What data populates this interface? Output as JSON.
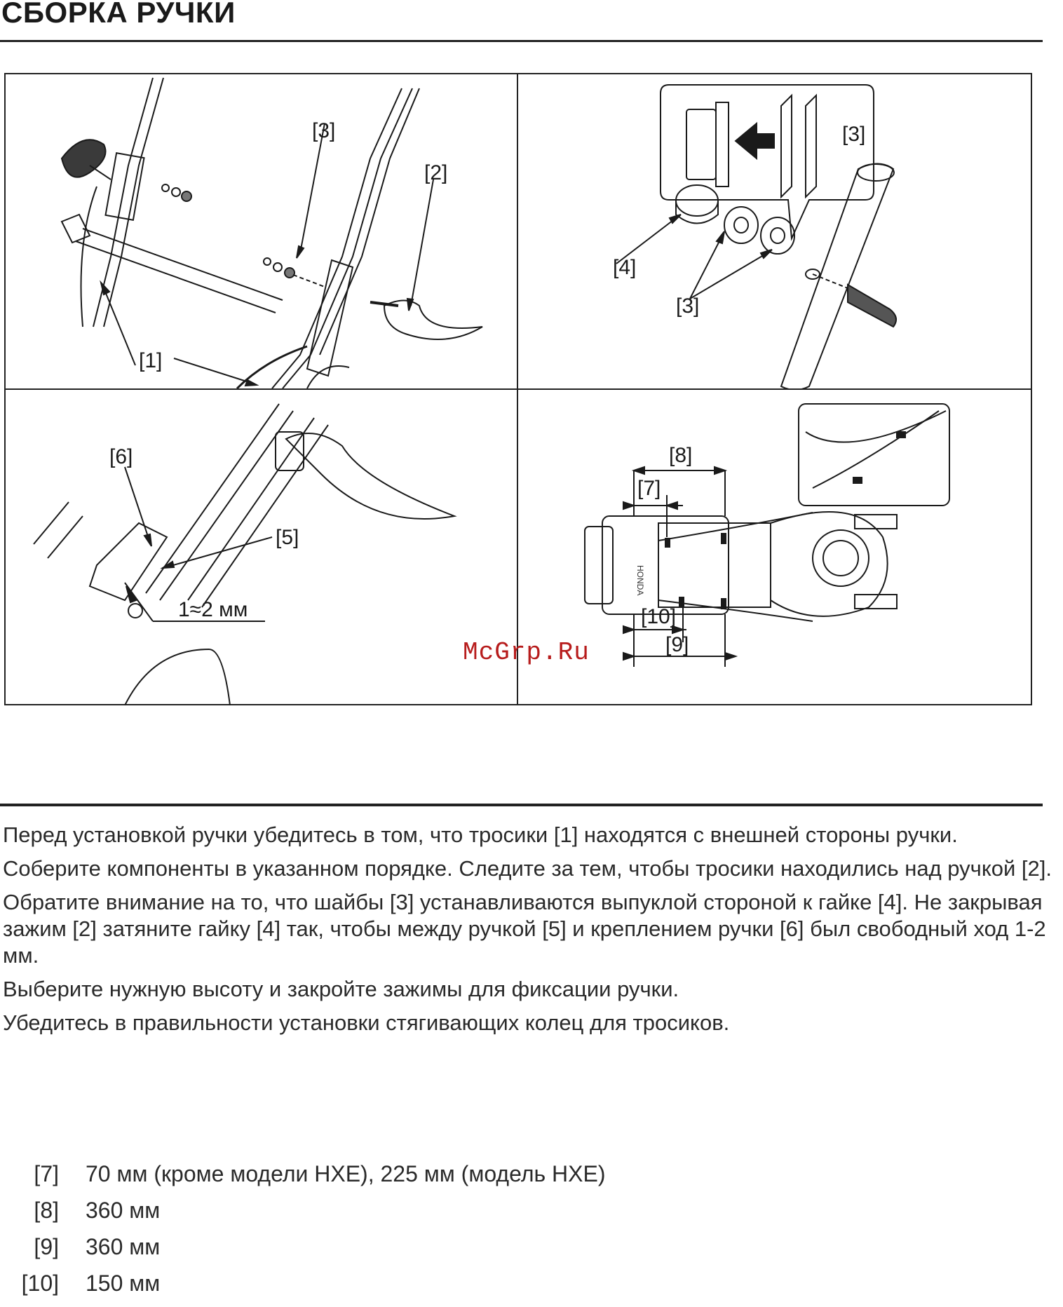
{
  "title": "СБОРКА РУЧКИ",
  "figure": {
    "panel1": {
      "labels": [
        "[1]",
        "[2]",
        "[3]"
      ]
    },
    "panel2": {
      "labels": [
        "[3]",
        "[4]",
        "[3]"
      ]
    },
    "panel3": {
      "labels": [
        "[5]",
        "[6]"
      ],
      "gap": "1≈2 мм"
    },
    "panel4": {
      "labels": [
        "[7]",
        "[8]",
        "[9]",
        "[10]"
      ],
      "brand": "HONDA"
    }
  },
  "watermark": "McGrp.Ru",
  "instructions": [
    "Перед установкой ручки убедитесь в том, что тросики [1] находятся с внешней стороны ручки.",
    "Соберите компоненты в указанном порядке. Следите за тем, чтобы тросики находились над ручкой [2].",
    "Обратите внимание на то, что шайбы [3] устанавливаются выпуклой стороной к гайке [4]. Не закрывая зажим [2] затяните гайку [4] так, чтобы между ручкой [5] и креплением ручки [6] был свободный ход 1-2 мм.",
    "Выберите нужную высоту и закройте зажимы для фиксации ручки.",
    "Убедитесь в правильности установки стягивающих колец для тросиков."
  ],
  "specs": [
    {
      "key": "[7]",
      "value": "70 мм (кроме модели HXE), 225 мм (модель HXE)"
    },
    {
      "key": "[8]",
      "value": "360 мм"
    },
    {
      "key": "[9]",
      "value": "360 мм"
    },
    {
      "key": "[10]",
      "value": "150 мм"
    }
  ]
}
